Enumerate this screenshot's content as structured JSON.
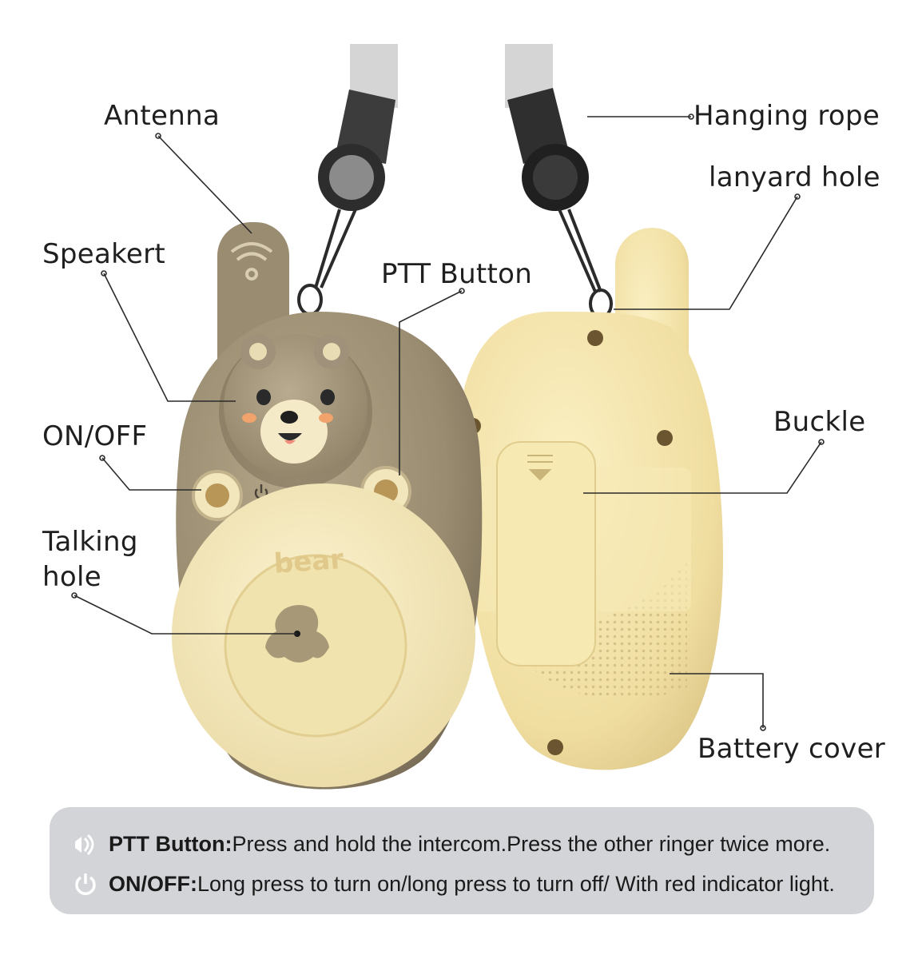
{
  "callouts": {
    "antenna": "Antenna",
    "speaker": "Speakert",
    "on_off": "ON/OFF",
    "talking_hole": "Talking\nhole",
    "ptt_button": "PTT Button",
    "hanging_rope": "Hanging rope",
    "lanyard_hole": "lanyard hole",
    "buckle": "Buckle",
    "battery_cover": "Battery cover"
  },
  "device": {
    "brand_mark": "bear"
  },
  "info": {
    "rows": [
      {
        "icon": "speaker-icon",
        "term": "PTT Button:",
        "text": "Press and hold the intercom.Press the other ringer twice more."
      },
      {
        "icon": "power-icon",
        "term": "ON/OFF:",
        "text": "Long press to turn on/long press to turn off/ With red indicator light."
      }
    ]
  },
  "colors": {
    "front_body": "#9a8c70",
    "back_body": "#f3e3a6",
    "face_cream": "#f5e8bb",
    "panel_bg": "#d3d4d8",
    "strap": "#d5d5d5"
  }
}
